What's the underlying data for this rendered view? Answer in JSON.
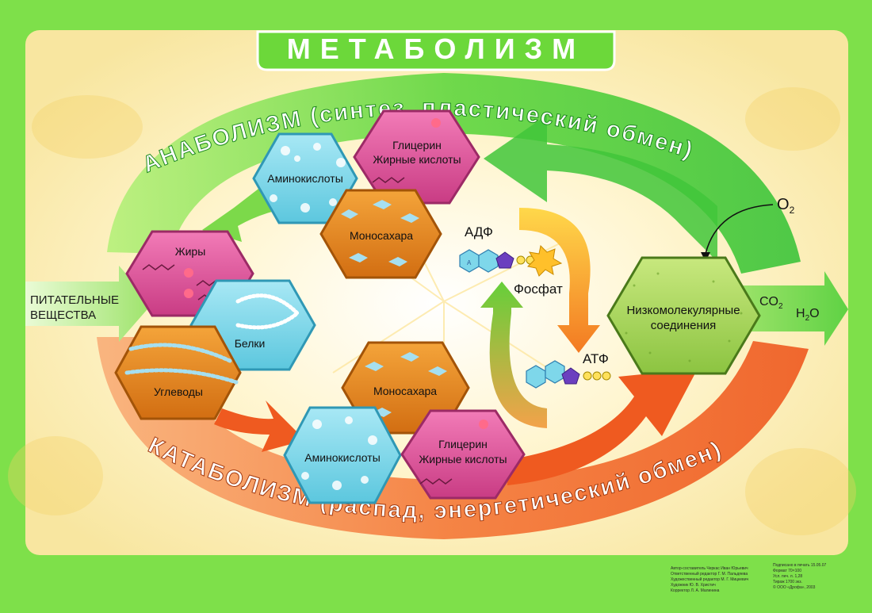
{
  "title": "МЕТАБОЛИЗМ",
  "anabolism_label": "АНАБОЛИЗМ (синтез, пластический обмен)",
  "catabolism_label": "КАТАБОЛИЗМ (распад, энергетический обмен)",
  "input_label_line1": "ПИТАТЕЛЬНЫЕ",
  "input_label_line2": "ВЕЩЕСТВА",
  "nodes": {
    "amino_top": "Аминокислоты",
    "glycerin_top_line1": "Глицерин",
    "glycerin_top_line2": "Жирные кислоты",
    "mono_top": "Моносахара",
    "fats": "Жиры",
    "proteins": "Белки",
    "carbs": "Углеводы",
    "mono_bottom": "Моносахара",
    "amino_bottom": "Аминокислоты",
    "glycerin_bottom_line1": "Глицерин",
    "glycerin_bottom_line2": "Жирные кислоты",
    "lowmol_line1": "Низкомолекулярные",
    "lowmol_line2": "соединения"
  },
  "energy": {
    "adp": "АДФ",
    "phosphate": "Фосфат",
    "atp": "АТФ",
    "adenine_letter": "А"
  },
  "inputs": {
    "o2": "O",
    "o2_sub": "2"
  },
  "outputs": {
    "co2": "CO",
    "co2_sub": "2",
    "h2o_h": "H",
    "h2o_sub": "2",
    "h2o_o": "O"
  },
  "credits_left": [
    "Автор-составитель Черкас Иван Юрьевич",
    "Ответственный редактор Г. М. Пальдяева",
    "Художественный редактор М. Г. Мицкевич",
    "Художник Ю. В. Христич",
    "Корректор Л. А. Малинина"
  ],
  "credits_right": [
    "Подписано в печать 15.05.07",
    "Формат 70×100",
    "Усл. печ. л. 1,28",
    "Тираж 1700 экз.",
    "© ООО «Дрофа», 2003"
  ],
  "colors": {
    "frame_green": "#7ee04a",
    "inner_bg": "#fbf1bd",
    "pink_hex": "#e0559a",
    "cyan_hex": "#7ed7ea",
    "orange_hex": "#e9881c",
    "green_hex": "#a7d35a",
    "anabolism_arrow": "#4ccd38",
    "catabolism_arrow": "#f06a28"
  }
}
